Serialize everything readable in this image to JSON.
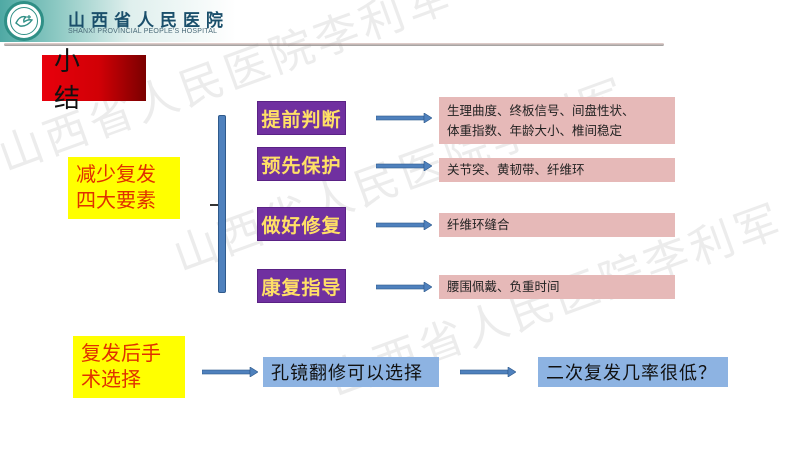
{
  "header": {
    "hospital_name_cn": "山西省人民医院",
    "hospital_name_en": "SHANXI PROVINCIAL PEOPLE'S HOSPITAL",
    "logo_icon": "hospital-dove-logo"
  },
  "watermark": {
    "text": "山西省人民医院李利军"
  },
  "slide": {
    "title": "小 结",
    "main_topic": {
      "line1": "减少复发",
      "line2": "四大要素"
    },
    "factors": [
      {
        "label": "提前判断",
        "details": [
          "生理曲度、终板信号、间盘性状、",
          "体重指数、年龄大小、椎间稳定"
        ]
      },
      {
        "label": "预先保护",
        "details": [
          "关节突、黄韧带、纤维环"
        ]
      },
      {
        "label": "做好修复",
        "details": [
          "纤维环缝合"
        ]
      },
      {
        "label": "康复指导",
        "details": [
          "腰围佩戴、负重时间"
        ]
      }
    ],
    "surgery": {
      "topic_line1": "复发后手",
      "topic_line2": "术选择",
      "option": "孔镜翻修可以选择",
      "conclusion": "二次复发几率很低？"
    }
  },
  "colors": {
    "title_red": "#e8000c",
    "highlight_yellow": "#ffff00",
    "topic_text_red": "#e03000",
    "factor_purple": "#7030a0",
    "factor_text_yellow": "#ffe066",
    "detail_pink": "#e6b9b8",
    "arrow_blue": "#4f81bd",
    "box_blue": "#8db3e2"
  }
}
